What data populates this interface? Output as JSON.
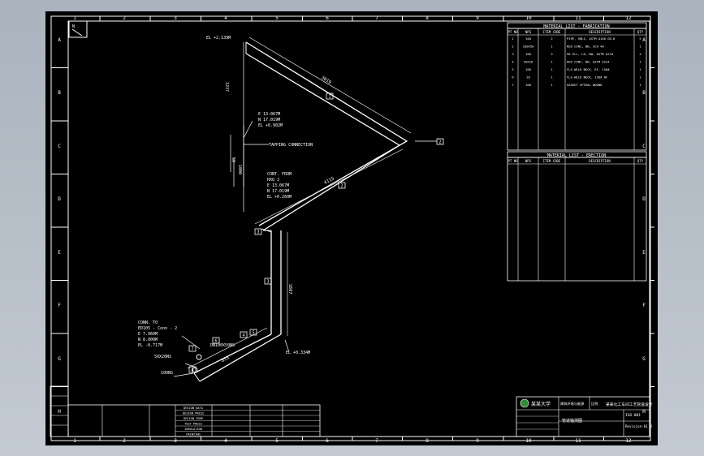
{
  "sheet": {
    "col_labels": [
      "1",
      "2",
      "3",
      "4",
      "5",
      "6",
      "7",
      "8",
      "9",
      "10",
      "11",
      "12"
    ],
    "row_labels": [
      "A",
      "B",
      "C",
      "D",
      "E",
      "F",
      "G",
      "H"
    ],
    "north_marker": "N"
  },
  "iso": {
    "top_elevation": "EL +2.139M",
    "seg_top_dim": "3019",
    "seg_top_tag": "1",
    "vert_dim_a": "1237",
    "vert_dim_b": "1000",
    "vert_dim_c": "50",
    "tap_coord_lines": [
      "E 13.067M",
      "N 17.019M",
      "EL +0.902M"
    ],
    "tap_label": "TAPPING CONNECTION",
    "cont_lines": [
      "CONT. FROM",
      "HXQ J",
      "E 13.067M",
      "N 17.019M",
      "EL +0.260M"
    ],
    "seg_mid_dim": "4115",
    "seg_mid_tag": "2",
    "right_marker": "2",
    "junction_marker": "3",
    "seg_vert_tag": "3",
    "seg_vert_dim": "1887",
    "bottom_marker_a": "4",
    "bottom_marker_b": "5",
    "bottom_elevation": "EL +0.334M",
    "conn_lines": [
      "CONN. TO",
      "ED105 - Conn - 2",
      "E 7.960M",
      "N 8.000M",
      "EL -0.717M"
    ],
    "size_a": "DN100X50NS",
    "size_b": "50X20NS",
    "size_c": "100NS",
    "seg_low_tag": "6",
    "seg_low_dim": "853",
    "low_marker_a": "7",
    "low_marker_b": "8"
  },
  "fab_list": {
    "title": "MATERIAL LIST - FABRICATION",
    "headers": [
      "PT NO",
      "NPS",
      "ITEM CODE",
      "DESCRIPTION",
      "QTY"
    ],
    "rows": [
      [
        "1",
        "100",
        "2",
        "PIPE, SMLS, ASTM A106 GR.B",
        "5"
      ],
      [
        "2",
        "100X50",
        "1",
        "RED CONC, BW, SCH 40",
        "1"
      ],
      [
        "3",
        "100",
        "3",
        "90 ELL, LR, BW, ASTM A234",
        "4"
      ],
      [
        "4",
        "50X20",
        "1",
        "RED CONC, BW, ASTM A234",
        "1"
      ],
      [
        "5",
        "100",
        "1",
        "FLG WELD NECK, RF, 150#",
        "1"
      ],
      [
        "6",
        "20",
        "1",
        "FLG WELD NECK, 150# RF",
        "1"
      ],
      [
        "7",
        "100",
        "1",
        "GASKET SPIRAL WOUND",
        "1"
      ]
    ]
  },
  "erection_list": {
    "title": "MATERIAL LIST - ERECTION",
    "headers": [
      "PT NO",
      "NPS",
      "ITEM CODE",
      "DESCRIPTION",
      "QTY"
    ]
  },
  "title_block": {
    "company": "某某大学",
    "dept": "建筑环境与能源",
    "scale_label": "比例",
    "project": "某某化工车间工艺管道设计",
    "drawing_title": "管道轴测图",
    "drawing_no": "ISO-001",
    "sheet_no": "Revision-01 B",
    "left_block_lines": [
      "DESIGN DATA",
      "DESIGN PRESS",
      "DESIGN TEMP",
      "TEST PRESS",
      "INSULATION",
      "PAINTING"
    ]
  }
}
